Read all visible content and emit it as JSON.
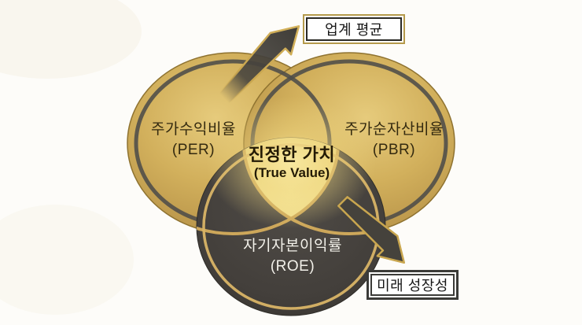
{
  "diagram": {
    "type": "venn",
    "center": {
      "line1": "진정한 가치",
      "line2": "(True Value)"
    },
    "circles": {
      "per": {
        "line1": "주가수익비율",
        "line2": "(PER)",
        "fill_style": "gold"
      },
      "pbr": {
        "line1": "주가순자산비율",
        "line2": "(PBR)",
        "fill_style": "gold"
      },
      "roe": {
        "line1": "자기자본이익률",
        "line2": "(ROE)",
        "fill_style": "dark"
      }
    },
    "callouts": {
      "industry_average": {
        "label": "업계 평균",
        "arrow_direction": "up-right",
        "border_style": "gold-and-dark"
      },
      "future_growth": {
        "label": "미래 성장성",
        "arrow_direction": "down-right",
        "border_style": "dark-double"
      }
    }
  },
  "colors": {
    "background": "#fdfcf9",
    "gold_light": "#e3c879",
    "gold_mid": "#cfae58",
    "gold_edge": "#9e7d38",
    "gold_ring": "#d9b466",
    "dark_fill": "#433f3b",
    "dark_ring": "#4d4c49",
    "center_glow": "#f7e9a0",
    "text_on_gold": "#33290f",
    "text_on_dark": "#f3f1ea",
    "callout_text": "#161616",
    "arrow_fill": "#45423c",
    "arrow_outline": "#c9a64f"
  }
}
